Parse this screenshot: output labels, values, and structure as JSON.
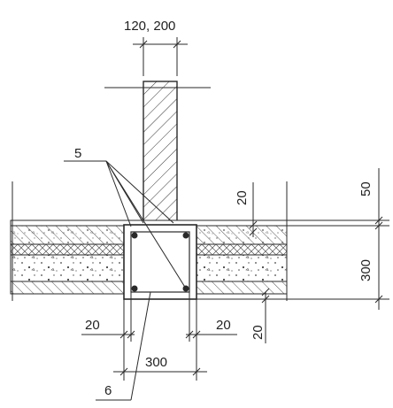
{
  "drawing": {
    "dims": {
      "wall_thickness": "120, 200",
      "top_layer": "50",
      "cover_top": "20",
      "slab_height": "300",
      "cover_left": "20",
      "cover_right": "20",
      "cover_bottom": "20",
      "beam_width": "300"
    },
    "callouts": {
      "five": "5",
      "six": "6"
    }
  }
}
